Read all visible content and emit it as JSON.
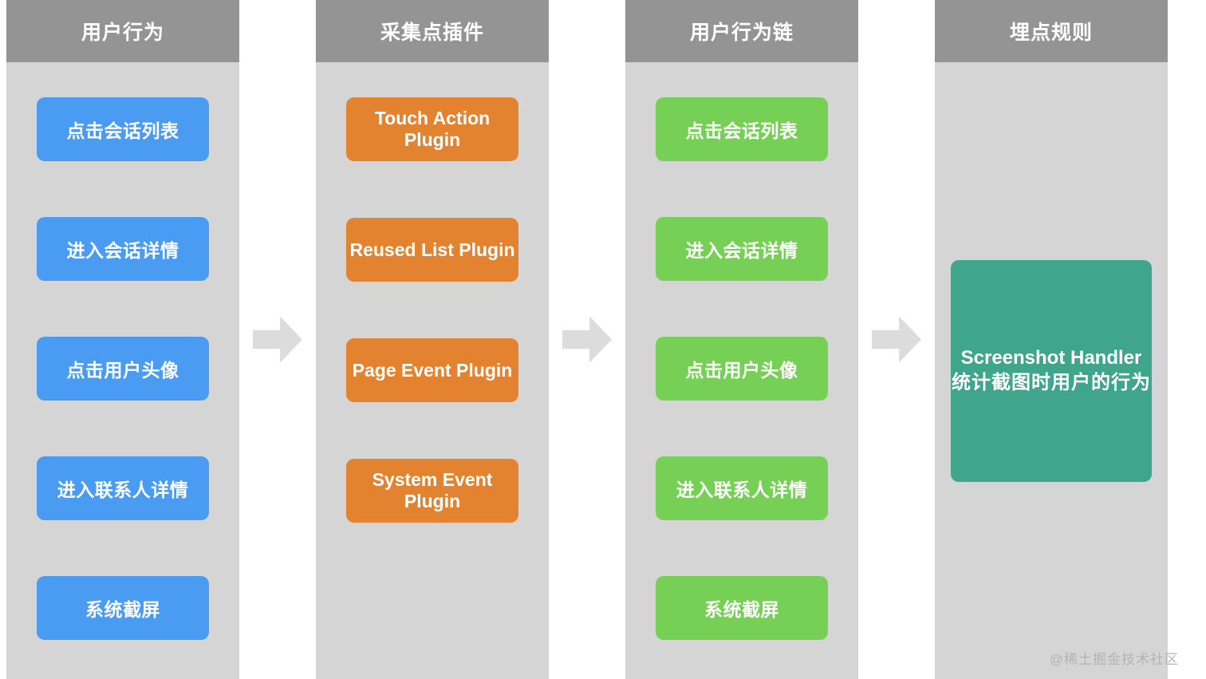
{
  "diagram": {
    "columns": [
      {
        "id": "user-behavior",
        "title": "用户行为",
        "card_color": "#4a9cf2",
        "cards": [
          {
            "label": "点击会话列表"
          },
          {
            "label": "进入会话详情"
          },
          {
            "label": "点击用户头像"
          },
          {
            "label": "进入联系人详情"
          },
          {
            "label": "系统截屏"
          }
        ]
      },
      {
        "id": "collection-point-plugin",
        "title": "采集点插件",
        "card_color": "#e3822f",
        "cards": [
          {
            "label": "Touch Action Plugin"
          },
          {
            "label": "Reused List Plugin"
          },
          {
            "label": "Page Event Plugin"
          },
          {
            "label": "System Event Plugin"
          }
        ]
      },
      {
        "id": "user-behavior-chain",
        "title": "用户行为链",
        "card_color": "#76d055",
        "cards": [
          {
            "label": "点击会话列表"
          },
          {
            "label": "进入会话详情"
          },
          {
            "label": "点击用户头像"
          },
          {
            "label": "进入联系人详情"
          },
          {
            "label": "系统截屏"
          }
        ]
      },
      {
        "id": "tracking-rule",
        "title": "埋点规则",
        "card_color": "#3fa58c",
        "big_card": {
          "line1": "Screenshot Handler",
          "line2": "统计截图时用户的行为"
        }
      }
    ],
    "arrows": [
      {
        "name": "arrow-1",
        "direction": "right"
      },
      {
        "name": "arrow-2",
        "direction": "right"
      },
      {
        "name": "arrow-3",
        "direction": "right"
      }
    ],
    "colors": {
      "header_gray": "#949494",
      "column_gray": "#d5d5d5",
      "arrow_gray": "#dcdcdc",
      "blue": "#4a9cf2",
      "orange": "#e3822f",
      "green": "#76d055",
      "teal": "#3fa58c",
      "text_white": "#ffffff"
    }
  },
  "watermark": {
    "text": "@稀土掘金技术社区"
  }
}
